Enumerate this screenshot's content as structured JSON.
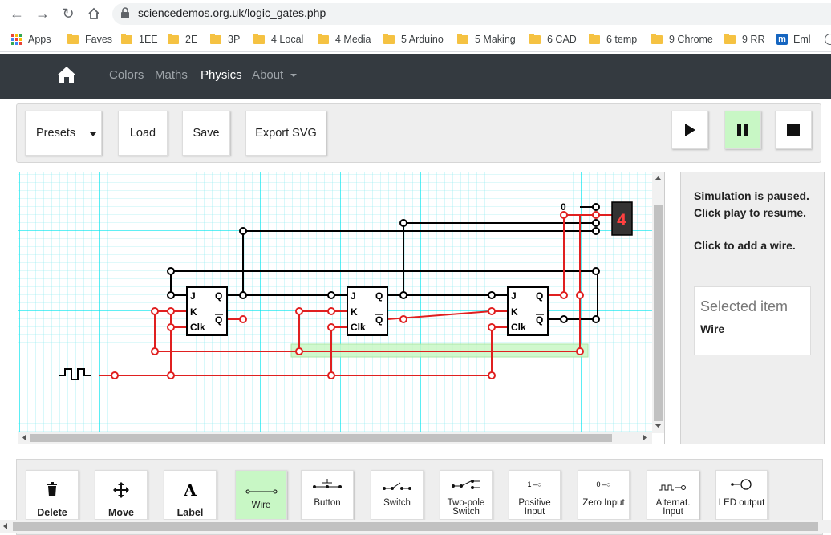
{
  "browser": {
    "url": "sciencedemos.org.uk/logic_gates.php",
    "bookmarks": [
      "Apps",
      "Faves",
      "1EE",
      "2E",
      "3P",
      "4 Local",
      "4 Media",
      "5 Arduino",
      "5 Making",
      "6 CAD",
      "6 temp",
      "9 Chrome",
      "9 RR",
      "Eml"
    ]
  },
  "sitenav": {
    "links": [
      "Colors",
      "Maths",
      "Physics",
      "About"
    ],
    "active": "Physics"
  },
  "controls": {
    "presets": "Presets",
    "load": "Load",
    "save": "Save",
    "export": "Export SVG"
  },
  "circuit": {
    "display_value": "4",
    "display_input_label": "0",
    "ff_labels": {
      "j": "J",
      "k": "K",
      "clk": "Clk",
      "q": "Q",
      "qbar": "Q"
    }
  },
  "side": {
    "status_line1": "Simulation is paused. Click play to resume.",
    "status_line2": "Click to add a wire.",
    "selected_title": "Selected item",
    "selected_value": "Wire"
  },
  "tools": [
    {
      "label": "Delete",
      "icon": "trash-icon"
    },
    {
      "label": "Move",
      "icon": "move-icon"
    },
    {
      "label": "Label",
      "icon": "label-icon"
    },
    {
      "label": "Wire",
      "icon": "wire-icon",
      "selected": true
    },
    {
      "label": "Button",
      "icon": "button-icon"
    },
    {
      "label": "Switch",
      "icon": "switch-icon"
    },
    {
      "label": "Two-pole Switch",
      "icon": "two-pole-switch-icon"
    },
    {
      "label": "Positive Input",
      "icon": "positive-input-icon"
    },
    {
      "label": "Zero Input",
      "icon": "zero-input-icon"
    },
    {
      "label": "Alternat. Input",
      "icon": "alternating-input-icon"
    },
    {
      "label": "LED output",
      "icon": "led-output-icon"
    }
  ],
  "colors": {
    "active_wire": "#e02020",
    "inactive_wire": "#000000",
    "grid": "#00e5ee",
    "selected_tool": "#c8f7c5",
    "pause_active": "#c8f7c5"
  }
}
